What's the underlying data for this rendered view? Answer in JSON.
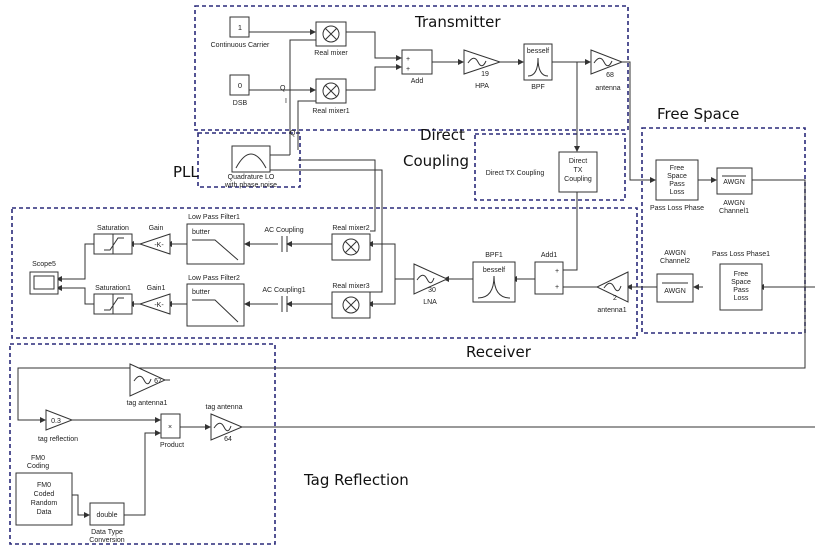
{
  "groups": {
    "transmitter": "Transmitter",
    "free_space": "Free Space",
    "direct_coupling": "Direct\nCoupling",
    "pll": "PLL",
    "receiver": "Receiver",
    "tag_reflection": "Tag Reflection"
  },
  "blocks": {
    "carrier_value": "1",
    "carrier_label": "Continuous Carrier",
    "dsb_value": "0",
    "dsb_label": "DSB",
    "q_label": "Q",
    "i_label": "I",
    "q2_label": "Q",
    "mixer_label": "Real mixer",
    "mixer1_label": "Real mixer1",
    "add_label": "Add",
    "hpa_gain": "19",
    "hpa_label": "HPA",
    "bpf_type": "besself",
    "bpf_label": "BPF",
    "antenna_gain": "68",
    "antenna_label": "antenna",
    "lo_label1": "Quadrature LO",
    "lo_label2": "with phase noise",
    "direct_tx_block": "Direct\nTX\nCoupling",
    "direct_tx_label": "Direct TX Coupling",
    "fspl1_block": "Free\nSpace\nPass\nLoss",
    "fspl1_label": "Pass Loss Phase",
    "awgn1_block": "AWGN",
    "awgn1_label": "AWGN\nChannel1",
    "awgn2_block": "AWGN",
    "awgn2_label": "AWGN\nChannel2",
    "fspl2_block": "Free\nSpace\nPass\nLoss",
    "fspl2_label": "Pass Loss Phase1",
    "scope_label": "Scope5",
    "saturation_label": "Saturation",
    "saturation1_label": "Saturation1",
    "gain_label": "Gain",
    "gain1_label": "Gain1",
    "gain_value": "-K-",
    "lpf1_label": "Low Pass Filter1",
    "lpf2_label": "Low Pass Filter2",
    "butter": "butter",
    "ac_label": "AC Coupling",
    "ac1_label": "AC Coupling1",
    "mixer2_label": "Real mixer2",
    "mixer3_label": "Real mixer3",
    "lna_gain": "30",
    "lna_label": "LNA",
    "bpf1_label": "BPF1",
    "add1_label": "Add1",
    "antenna1_gain": "2",
    "antenna1_label": "antenna1",
    "tag_antenna1_gain": "67",
    "tag_antenna1_label": "tag antenna1",
    "tag_refl_value": "0.3",
    "tag_refl_label": "tag reflection",
    "product_label": "Product",
    "tag_antenna_gain": "64",
    "tag_antenna_label": "tag antenna",
    "fm0_title": "FM0\nCoding",
    "fm0_block": "FM0\nCoded\nRandom\nData",
    "double_block": "double",
    "dtc_label": "Data Type\nConversion"
  }
}
